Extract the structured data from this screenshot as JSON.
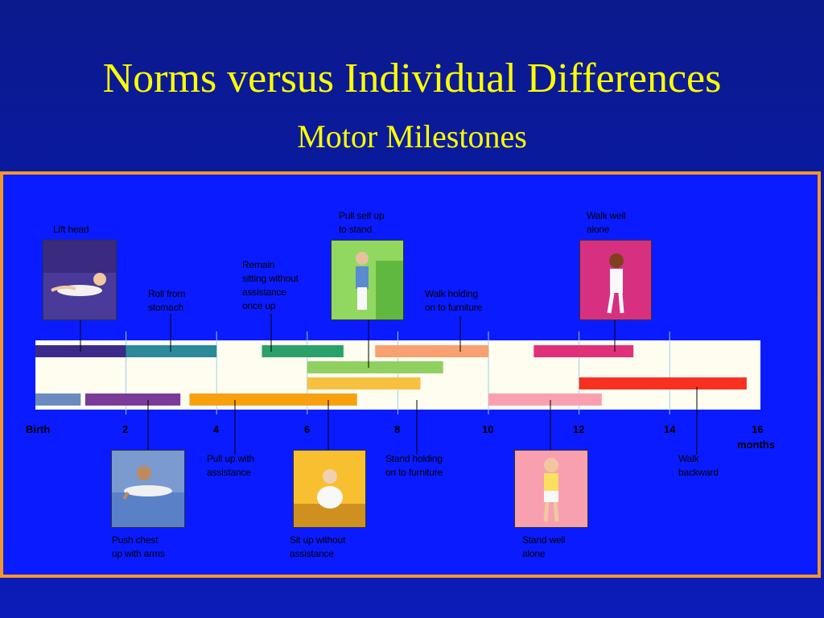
{
  "title": "Norms versus Individual Differences",
  "subtitle": "Motor Milestones",
  "axis": {
    "ticks": [
      "Birth",
      "2",
      "4",
      "6",
      "8",
      "10",
      "12",
      "14",
      "16"
    ],
    "unit": "months"
  },
  "colors": {
    "background": "#0b1ab0",
    "panel_border": "#f5962a",
    "title": "#ffff00",
    "chart_bg": "#fffdf0"
  },
  "milestones": [
    {
      "label": "Lift  head",
      "start": 0,
      "end": 2,
      "color": "#3b2a8a"
    },
    {
      "label": "Roll from stomach",
      "start": 2,
      "end": 4,
      "color": "#2a8a9a"
    },
    {
      "label": "Remain sitting without assistance once up",
      "start": 5,
      "end": 6.8,
      "color": "#2aa06a"
    },
    {
      "label": "Walk holding on to furniture",
      "start": 7.5,
      "end": 10,
      "color": "#f8a070"
    },
    {
      "label": "Walk well alone",
      "start": 11,
      "end": 13.2,
      "color": "#e0307a"
    },
    {
      "label": "Pull self up to stand",
      "start": 6,
      "end": 9,
      "color": "#8fd060"
    },
    {
      "label": "Stand holding on to furniture",
      "start": 6,
      "end": 8.5,
      "color": "#f8c040"
    },
    {
      "label": "Walk backward",
      "start": 12,
      "end": 15.7,
      "color": "#f83020"
    },
    {
      "label": "Push chest up with arms",
      "start": 0,
      "end": 1,
      "color": "#6a8ac0"
    },
    {
      "label": "Pull up with assistance",
      "start": 1.1,
      "end": 3.2,
      "color": "#7a3a9a"
    },
    {
      "label": "Sit up without assistance",
      "start": 3.4,
      "end": 7.1,
      "color": "#f8a010"
    },
    {
      "label": "Stand well alone",
      "start": 10,
      "end": 12.5,
      "color": "#f8a0b0"
    }
  ],
  "labels": {
    "lift_head": "Lift  head",
    "roll_from": "Roll from",
    "stomach": "stomach",
    "remain_1": "Remain",
    "remain_2": "sitting without",
    "remain_3": "assistance",
    "remain_4": "once up",
    "pull_self_1": "Pull self up",
    "pull_self_2": "to stand",
    "walk_holding_1": "Walk holding",
    "walk_holding_2": "on to furniture",
    "walk_well_1": "Walk well",
    "walk_well_2": "alone",
    "push_chest_1": "Push chest",
    "push_chest_2": "up with arms",
    "pull_up_1": "Pull up with",
    "pull_up_2": "assistance",
    "sit_up_1": "Sit up without",
    "sit_up_2": "assistance",
    "stand_holding_1": "Stand holding",
    "stand_holding_2": "on to furniture",
    "stand_well_1": "Stand well",
    "stand_well_2": "alone",
    "walk_backward_1": "Walk",
    "walk_backward_2": "backward"
  }
}
